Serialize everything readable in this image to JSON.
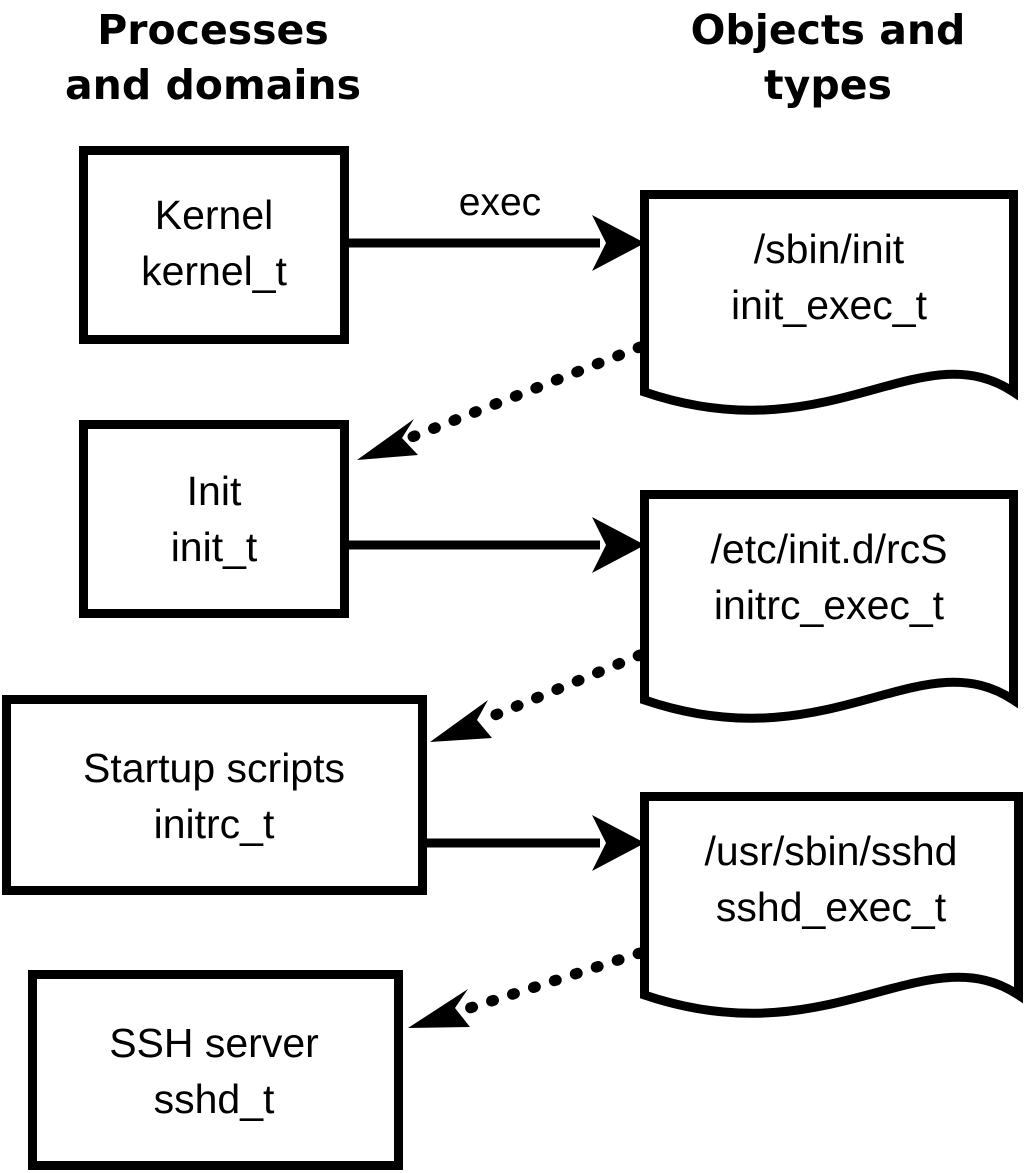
{
  "diagram": {
    "title_left": "Processes\nand domains",
    "columns": [
      {
        "id": "processes",
        "line1": "Processes",
        "line2": "and domains"
      },
      {
        "id": "objects",
        "line1": "Objects and",
        "line2": "types"
      }
    ],
    "process_nodes": [
      {
        "id": "kernel",
        "line1": "Kernel",
        "line2": "kernel_t"
      },
      {
        "id": "init",
        "line1": "Init",
        "line2": "init_t"
      },
      {
        "id": "startup-scripts",
        "line1": "Startup scripts",
        "line2": "initrc_t"
      },
      {
        "id": "ssh-server",
        "line1": "SSH server",
        "line2": "sshd_t"
      }
    ],
    "object_nodes": [
      {
        "id": "sbin-init",
        "line1": "/sbin/init",
        "line2": "init_exec_t"
      },
      {
        "id": "etc-initd-rcs",
        "line1": "/etc/init.d/rcS",
        "line2": "initrc_exec_t"
      },
      {
        "id": "usr-sbin-sshd",
        "line1": "/usr/sbin/sshd",
        "line2": "sshd_exec_t"
      }
    ],
    "edges": [
      {
        "id": "kernel-exec-sbininit",
        "label": "exec",
        "style": "solid",
        "from": "kernel",
        "to": "sbin-init"
      },
      {
        "id": "sbininit-transition-init",
        "label": "",
        "style": "dotted",
        "from": "sbin-init",
        "to": "init"
      },
      {
        "id": "init-exec-rcs",
        "label": "",
        "style": "solid",
        "from": "init",
        "to": "etc-initd-rcs"
      },
      {
        "id": "rcs-transition-initrc",
        "label": "",
        "style": "dotted",
        "from": "etc-initd-rcs",
        "to": "startup-scripts"
      },
      {
        "id": "initrc-exec-sshd",
        "label": "",
        "style": "solid",
        "from": "startup-scripts",
        "to": "usr-sbin-sshd"
      },
      {
        "id": "sshd-transition-sshdserver",
        "label": "",
        "style": "dotted",
        "from": "usr-sbin-sshd",
        "to": "ssh-server"
      }
    ],
    "colors": {
      "stroke": "#000000",
      "fill": "#ffffff",
      "text": "#000000"
    }
  }
}
